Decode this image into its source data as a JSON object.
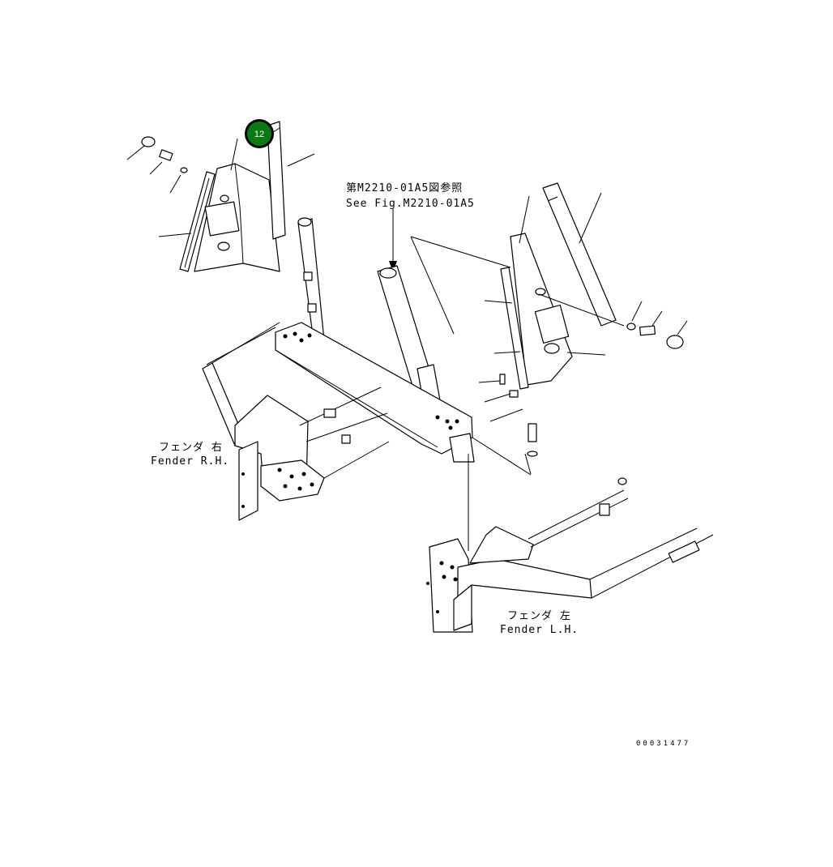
{
  "callout": {
    "number": "12",
    "color": "#0a7a14"
  },
  "notes": {
    "ref_jp": "第M2210-01A5図参照",
    "ref_en": "See Fig.M2210-01A5",
    "fender_rh_jp": "フェンダ 右",
    "fender_rh_en": "Fender R.H.",
    "fender_lh_jp": "フェンダ 左",
    "fender_lh_en": "Fender L.H."
  },
  "drawing_number": "00031477"
}
